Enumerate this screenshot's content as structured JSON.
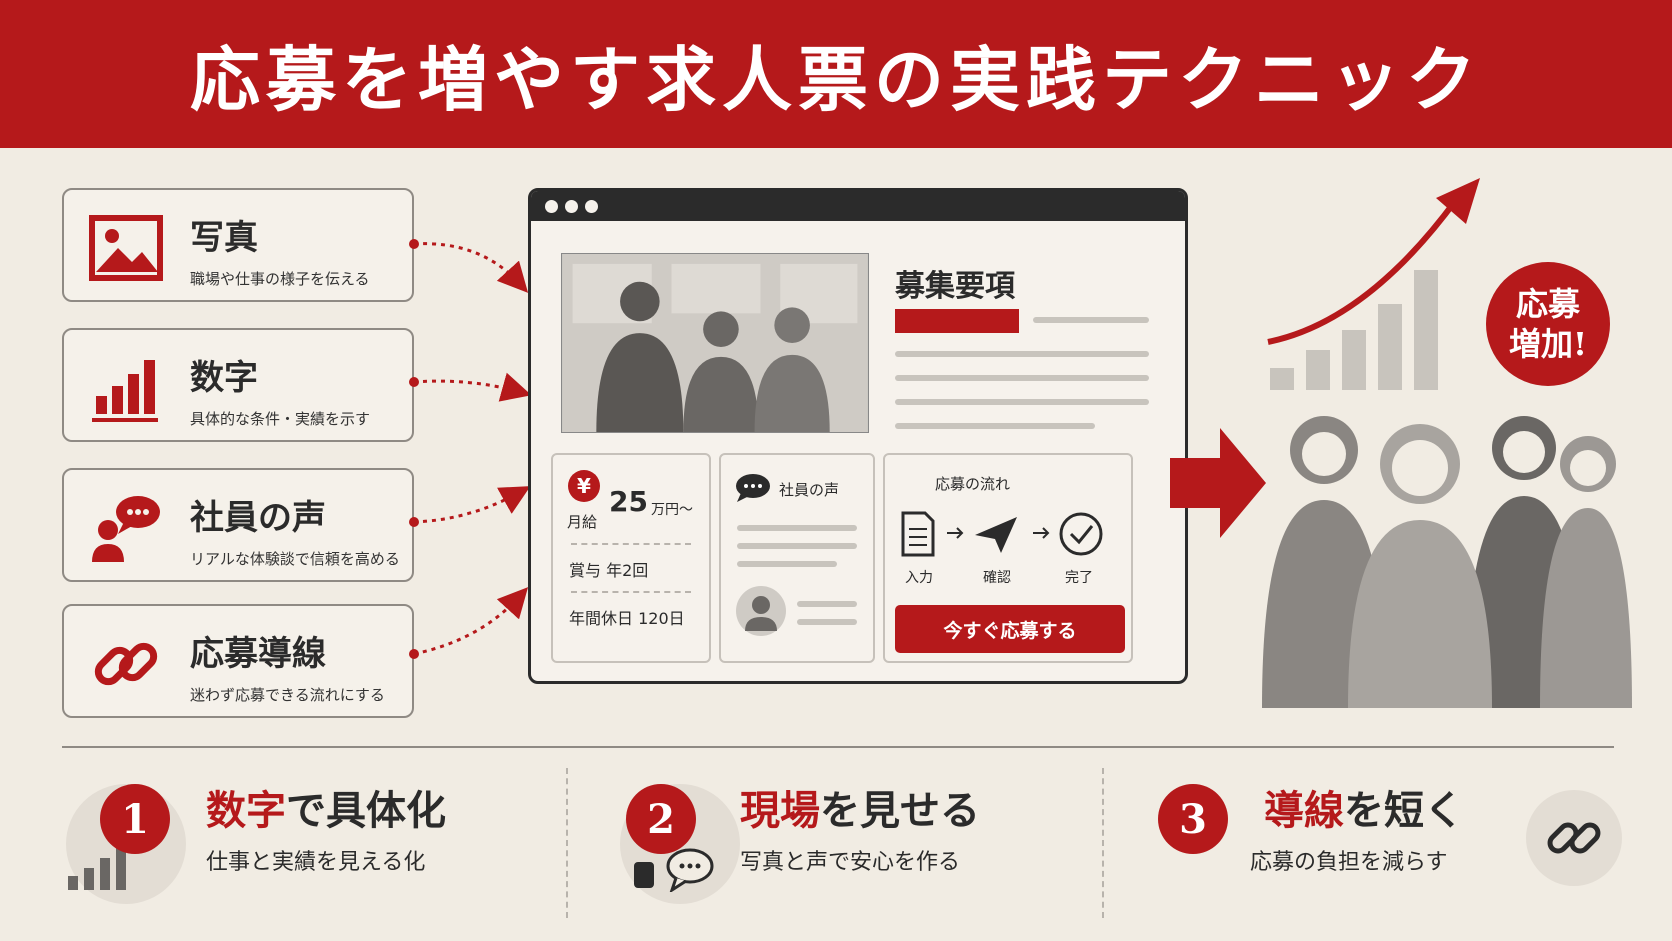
{
  "title": "応募を増やす求人票の実践テクニック",
  "cards": [
    {
      "title": "写真",
      "desc": "職場や仕事の様子を伝える",
      "icon": "image-icon"
    },
    {
      "title": "数字",
      "desc": "具体的な条件・実績を示す",
      "icon": "bar-chart-icon"
    },
    {
      "title": "社員の声",
      "desc": "リアルな体験談で信頼を高める",
      "icon": "speech-people-icon"
    },
    {
      "title": "応募導線",
      "desc": "迷わず応募できる流れにする",
      "icon": "link-icon"
    }
  ],
  "posting": {
    "heading": "募集要項",
    "salary_label": "月給",
    "salary_value": "25",
    "salary_unit": "万円〜",
    "bonus": "賞与 年2回",
    "holidays": "年間休日 120日",
    "voice_label": "社員の声",
    "flow_title": "応募の流れ",
    "flow_steps": [
      "入力",
      "確認",
      "完了"
    ],
    "apply_button": "今すぐ応募する"
  },
  "badge": {
    "line1": "応募",
    "line2": "増加!"
  },
  "bottom": [
    {
      "num": "1",
      "title_red": "数字",
      "title_rest": "で具体化",
      "desc": "仕事と実績を見える化"
    },
    {
      "num": "2",
      "title_red": "現場",
      "title_rest": "を見せる",
      "desc": "写真と声で安心を作る"
    },
    {
      "num": "3",
      "title_red": "導線",
      "title_rest": "を短く",
      "desc": "応募の負担を減らす"
    }
  ],
  "colors": {
    "accent": "#b5191b",
    "background": "#f1ece3",
    "dark": "#2b2b2b"
  }
}
